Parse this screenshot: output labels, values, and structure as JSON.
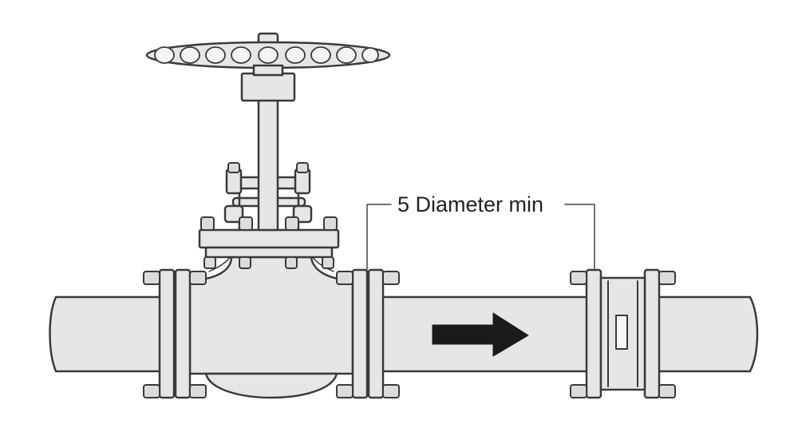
{
  "dimension_label": "5 Diameter min",
  "components": [
    "gate-valve",
    "handwheel",
    "pipe",
    "flange",
    "flow-meter",
    "flow-arrow"
  ],
  "colors": {
    "metal_fill": "#e6e6e6",
    "outline": "#3a3a3a",
    "arrow": "#1a1a1a",
    "background": "#ffffff"
  },
  "flow_direction": "right"
}
